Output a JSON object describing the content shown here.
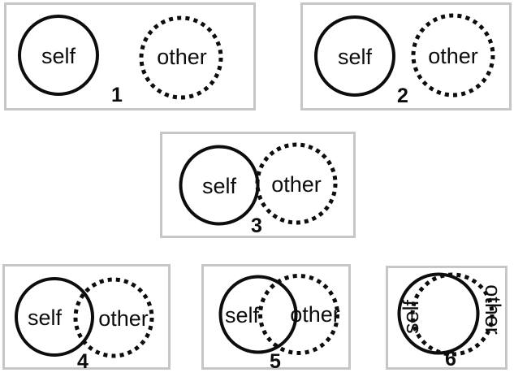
{
  "figure": {
    "description": "Six-panel diagram of overlapping self and other circles",
    "colors": {
      "circle_stroke": "#0d0d0d",
      "panel_border": "#c6c6c6",
      "text": "#0d0d0d",
      "background": "#ffffff"
    }
  },
  "panels": [
    {
      "number": "1",
      "self_label": "self",
      "other_label": "other"
    },
    {
      "number": "2",
      "self_label": "self",
      "other_label": "other"
    },
    {
      "number": "3",
      "self_label": "self",
      "other_label": "other"
    },
    {
      "number": "4",
      "self_label": "self",
      "other_label": "other"
    },
    {
      "number": "5",
      "self_label": "self",
      "other_label": "other"
    },
    {
      "number": "6",
      "self_label": "self",
      "other_label": "other"
    }
  ]
}
